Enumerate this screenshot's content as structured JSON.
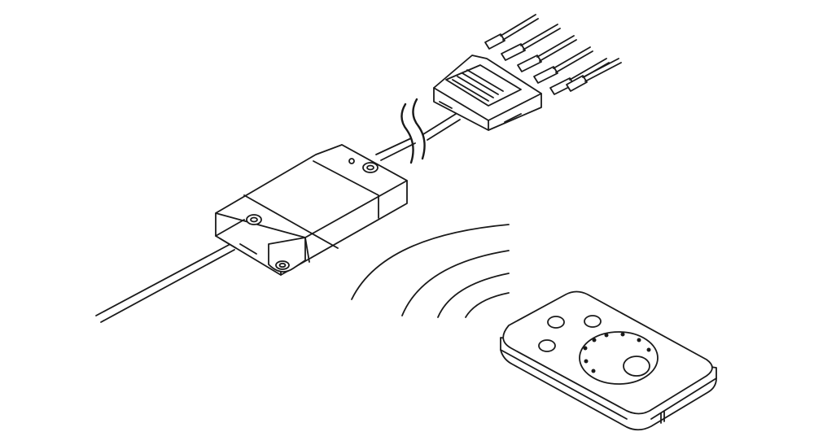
{
  "illustration": {
    "parts": [
      "receiver-box",
      "connector-hub",
      "connector-plug",
      "remote-control",
      "signal-waves",
      "cable"
    ],
    "line_color": "#1a1a1a",
    "background": "#ffffff",
    "connector_count": 6,
    "signal_wave_count": 4
  }
}
